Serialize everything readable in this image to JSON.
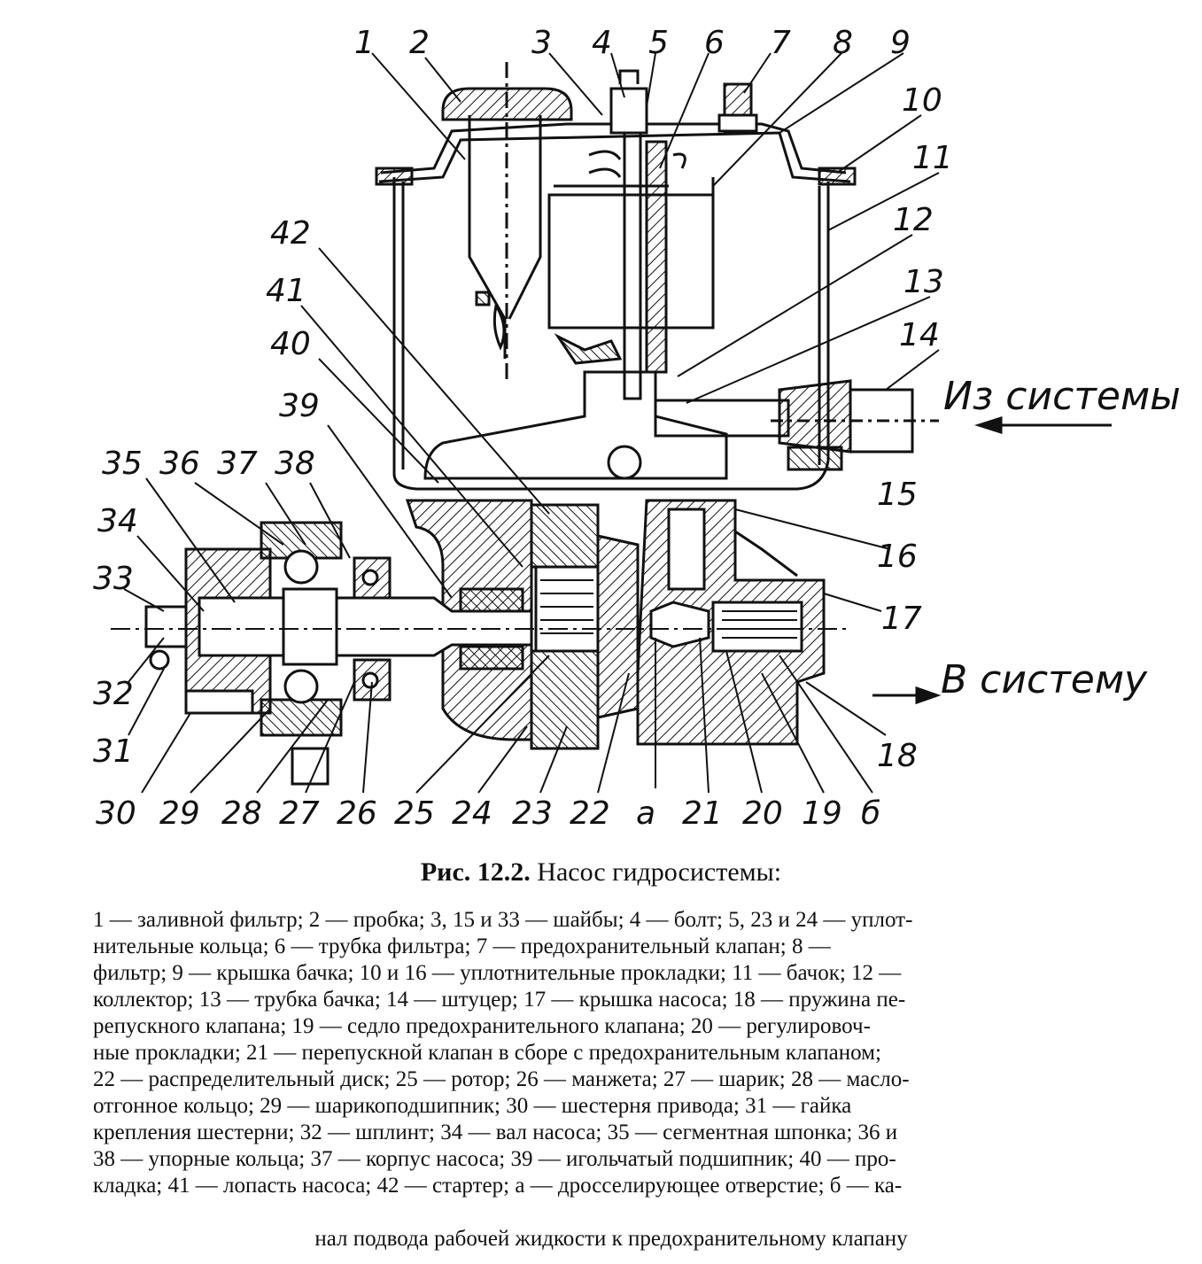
{
  "callouts": {
    "c1": "1",
    "c2": "2",
    "c3": "3",
    "c4": "4",
    "c5": "5",
    "c6": "6",
    "c7": "7",
    "c8": "8",
    "c9": "9",
    "c10": "10",
    "c11": "11",
    "c12": "12",
    "c13": "13",
    "c14": "14",
    "c15": "15",
    "c16": "16",
    "c17": "17",
    "c18": "18",
    "c19": "19",
    "c20": "20",
    "c21": "21",
    "c22": "22",
    "c23": "23",
    "c24": "24",
    "c25": "25",
    "c26": "26",
    "c27": "27",
    "c28": "28",
    "c29": "29",
    "c30": "30",
    "c31": "31",
    "c32": "32",
    "c33": "33",
    "c34": "34",
    "c35": "35",
    "c36": "36",
    "c37": "37",
    "c38": "38",
    "c39": "39",
    "c40": "40",
    "c41": "41",
    "c42": "42",
    "ca": "а",
    "cb": "б"
  },
  "flows": {
    "from_system": "Из системы",
    "to_system": "В систему"
  },
  "caption": {
    "label": "Рис. 12.2.",
    "title": "Насос гидросистемы:"
  },
  "legend": {
    "line1": "1 — заливной фильтр; 2 — пробка; 3, 15 и 33 — шайбы; 4 — болт; 5, 23 и 24 — уплот-",
    "line2": "нительные кольца; 6 — трубка фильтра; 7 — предохранительный клапан; 8 —",
    "line3": "фильтр; 9 — крышка бачка; 10 и 16 — уплотнительные прокладки; 11 — бачок; 12 —",
    "line4": "коллектор; 13 — трубка бачка; 14 — штуцер; 17 — крышка насоса; 18 — пружина пе-",
    "line5": "репускного клапана; 19 — седло предохранительного клапана; 20 — регулировоч-",
    "line6": "ные прокладки; 21 — перепускной клапан в сборе с предохранительным клапаном;",
    "line7": "22 — распределительный диск; 25 — ротор; 26 — манжета; 27 — шарик; 28 — масло-",
    "line8": "отгонное кольцо; 29 — шарикоподшипник; 30 — шестерня привода; 31 — гайка",
    "line9": "крепления шестерни; 32 — шплинт; 34 — вал насоса; 35 — сегментная шпонка; 36 и",
    "line10": "38 — упорные кольца; 37 — корпус насоса; 39 — игольчатый подшипник; 40 — про-",
    "line11": "кладка; 41 — лопасть насоса; 42 — стартер; а — дросселирующее отверстие; б — ка-",
    "line12": "нал подвода рабочей жидкости к предохранительному клапану"
  }
}
